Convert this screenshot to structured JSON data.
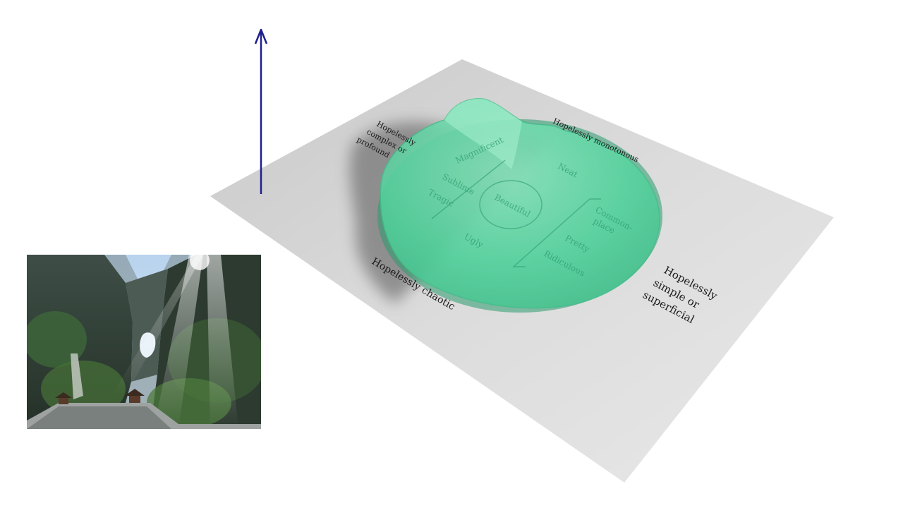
{
  "edge_labels": {
    "top_left": [
      "Hopelessly",
      "complex or",
      "profound"
    ],
    "top_right": "Hopelessly monotonous",
    "bottom_left": "Hopelessly chaotic",
    "bottom_right": [
      "Hopelessly",
      "simple or",
      "superficial"
    ]
  },
  "blob_labels": {
    "magnificent": "Magnificent",
    "sublime": "Sublime",
    "tragic": "Tragic",
    "ugly": "Ugly",
    "beautiful": "Beautiful",
    "neat": "Neat",
    "commonplace": [
      "Common-",
      "place"
    ],
    "pretty": "Pretty",
    "ridiculous": "Ridiculous"
  },
  "colors": {
    "blob": "#4fd39c",
    "arrow": "#1f1f8f",
    "plane": "#d9d9d9"
  },
  "icons": {
    "vertical_axis": "up-arrow-icon",
    "photo": "mountain-arch-photo"
  }
}
